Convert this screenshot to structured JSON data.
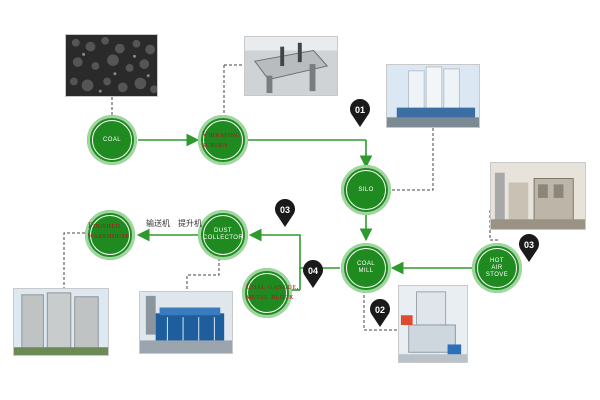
{
  "nodes": {
    "coal": "COAL",
    "silo": "SILO",
    "coal_mill": "COAL\nMILL",
    "hot_air_stove": "HOT\nAIR\nSTOVE",
    "dust_collector": "DUST\nCOLLECTOR",
    "vibrating_screen": "",
    "finished_warehouse": "",
    "coal_gangue": ""
  },
  "labels": {
    "vibrating_screen": [
      "Vibrating",
      "screen"
    ],
    "finished_warehouse": [
      "Finished",
      "warehouse"
    ],
    "coal_gangue": [
      "Coal gangue,",
      "metal block"
    ],
    "conveyor_cn": "输送机",
    "elevator_cn": "提升机"
  },
  "badges": {
    "b1": "01",
    "b2": "02",
    "b3_left": "03",
    "b3_right": "03",
    "b4": "04"
  },
  "colors": {
    "line": "#2e9a2e",
    "node": "#1f8a1f",
    "node_ring": "#9fd79f",
    "label_red": "#b3121b",
    "badge": "#1a1a1a"
  }
}
